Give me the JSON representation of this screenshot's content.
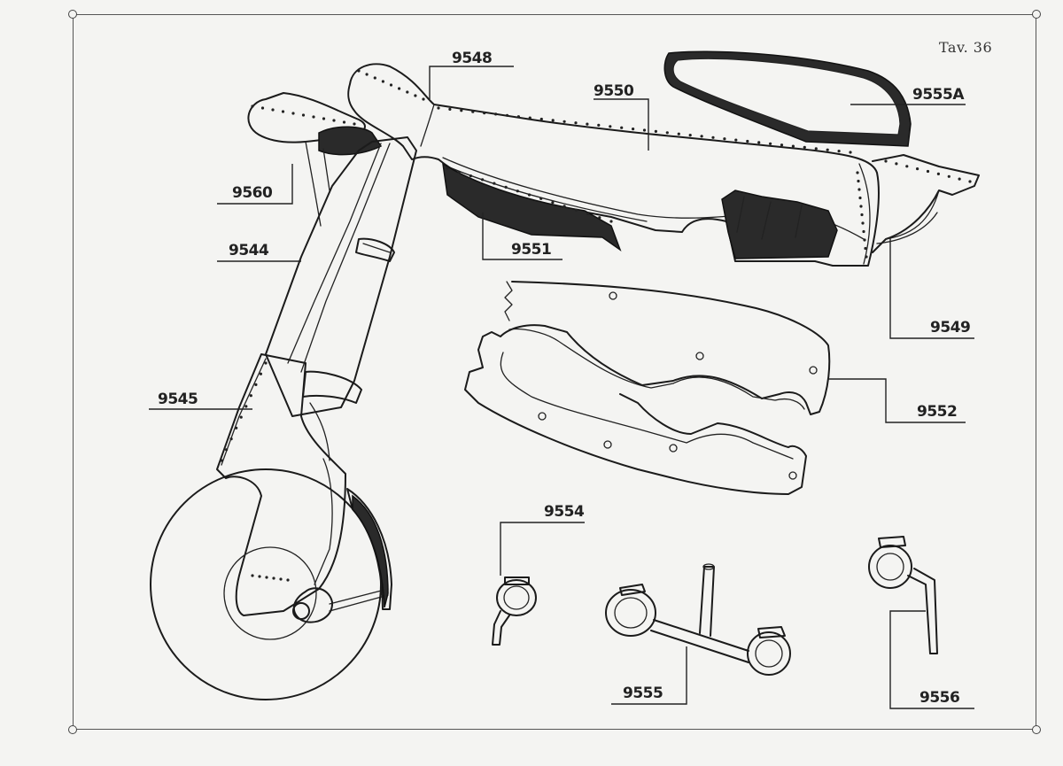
{
  "plate": {
    "label": "Tav. 36"
  },
  "parts": [
    {
      "id": "9548",
      "label": "9548"
    },
    {
      "id": "9550",
      "label": "9550"
    },
    {
      "id": "9555A",
      "label": "9555A"
    },
    {
      "id": "9560",
      "label": "9560"
    },
    {
      "id": "9544",
      "label": "9544"
    },
    {
      "id": "9551",
      "label": "9551"
    },
    {
      "id": "9549",
      "label": "9549"
    },
    {
      "id": "9545",
      "label": "9545"
    },
    {
      "id": "9552",
      "label": "9552"
    },
    {
      "id": "9554",
      "label": "9554"
    },
    {
      "id": "9555",
      "label": "9555"
    },
    {
      "id": "9556",
      "label": "9556"
    }
  ]
}
